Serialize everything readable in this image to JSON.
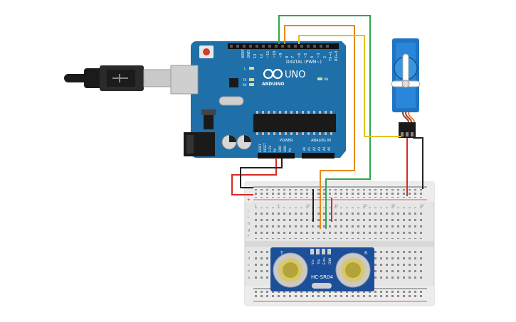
{
  "arduino": {
    "header_top_labels": [
      "AREF",
      "GND",
      "13",
      "12",
      "~11",
      "~10",
      "~9",
      "8",
      "7",
      "~6",
      "~5",
      "4",
      "~3",
      "2",
      "TX→1",
      "RX←0"
    ],
    "digital_label": "DIGITAL (PWM~)",
    "uno_label": "UNO",
    "brand_label": "ARDUINO",
    "l_label": "L",
    "tx_label": "TX",
    "rx_label": "RX",
    "on_label": "ON",
    "power_label": "POWER",
    "analog_label": "ANALOG IN",
    "power_pins": [
      "IOREF",
      "RESET",
      "3.3V",
      "5V",
      "GND",
      "GND",
      "Vin"
    ],
    "analog_pins": [
      "A0",
      "A1",
      "A2",
      "A3",
      "A4",
      "A5"
    ]
  },
  "sensor": {
    "model_label": "HC-SR04",
    "left_transducer_label": "T",
    "right_transducer_label": "R",
    "pin_labels": [
      "Vcc",
      "Trig",
      "Echo",
      "GND"
    ]
  },
  "breadboard": {
    "row_letters_top": [
      "j",
      "i",
      "h",
      "g",
      "f"
    ],
    "row_letters_bottom": [
      "e",
      "d",
      "c",
      "b",
      "a"
    ],
    "column_numbers": [
      "1",
      "5",
      "10",
      "15",
      "20",
      "25",
      "30"
    ]
  },
  "colors": {
    "board_blue": "#1f6fa8",
    "wire_green": "#2da84a",
    "wire_orange": "#e58a1a",
    "wire_yellow": "#e3c21a",
    "wire_red": "#d92a23",
    "wire_black": "#222222",
    "servo_blue": "#1f73c2"
  }
}
